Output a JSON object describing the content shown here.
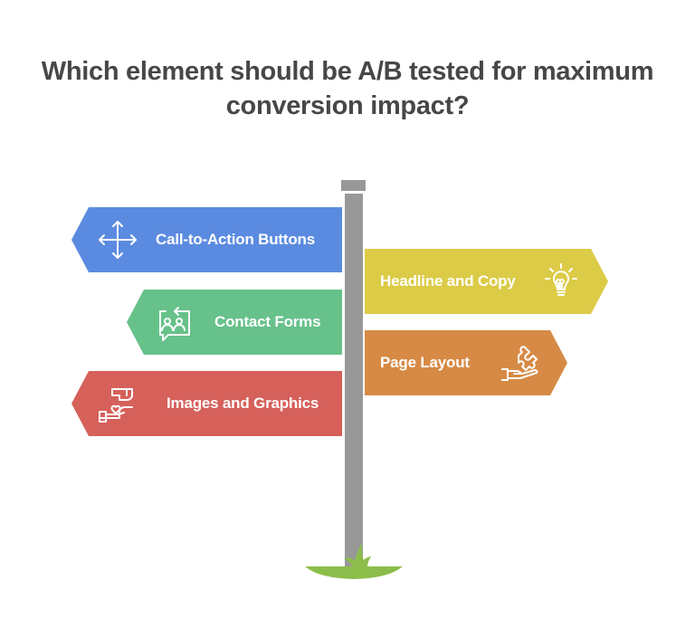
{
  "title": {
    "line1": "Which element should be A/B tested for maximum",
    "line2": "conversion impact?"
  },
  "signpost": {
    "pole_color": "#989898",
    "ground_color": "#8cbd4a",
    "signs": [
      {
        "label": "Call-to-Action Buttons",
        "side": "left",
        "color": "#5b8be0",
        "icon": "move-arrows-icon"
      },
      {
        "label": "Headline and Copy",
        "side": "right",
        "color": "#dccb47",
        "icon": "lightbulb-icon"
      },
      {
        "label": "Contact Forms",
        "side": "left",
        "color": "#67c18a",
        "icon": "users-chat-icon"
      },
      {
        "label": "Page Layout",
        "side": "right",
        "color": "#d68a45",
        "icon": "puzzle-hand-icon"
      },
      {
        "label": "Images and Graphics",
        "side": "left",
        "color": "#d6605a",
        "icon": "hand-heart-icon"
      }
    ]
  }
}
